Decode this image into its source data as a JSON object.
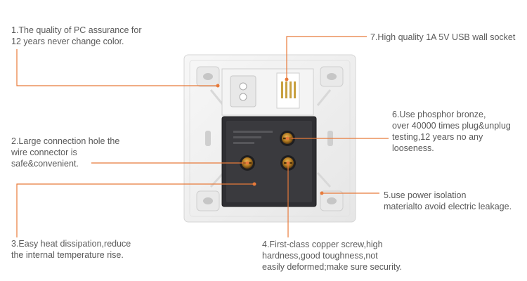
{
  "callouts": [
    {
      "id": "c1",
      "lines": [
        "1.The quality of PC assurance for",
        "12 years never change color."
      ]
    },
    {
      "id": "c2",
      "lines": [
        "2.Large connection hole the",
        "wire connector is",
        "safe&convenient."
      ]
    },
    {
      "id": "c3",
      "lines": [
        "3.Easy heat dissipation,reduce",
        "the internal temperature rise."
      ]
    },
    {
      "id": "c4",
      "lines": [
        "4.First-class copper screw,high",
        "hardness,good toughness,not",
        "easily deformed;make sure security."
      ]
    },
    {
      "id": "c5",
      "lines": [
        "5.use power isolation",
        "materialto avoid electric leakage."
      ]
    },
    {
      "id": "c6",
      "lines": [
        "6.Use phosphor bronze,",
        "over 40000 times plug&unplug",
        "testing,12 years no any",
        "looseness."
      ]
    },
    {
      "id": "c7",
      "lines": [
        "7.High quality 1A 5V USB wall socket"
      ]
    }
  ],
  "colors": {
    "accent": "#e87a3a",
    "plate": "#f2f2f2",
    "module": "#2f2f33"
  }
}
